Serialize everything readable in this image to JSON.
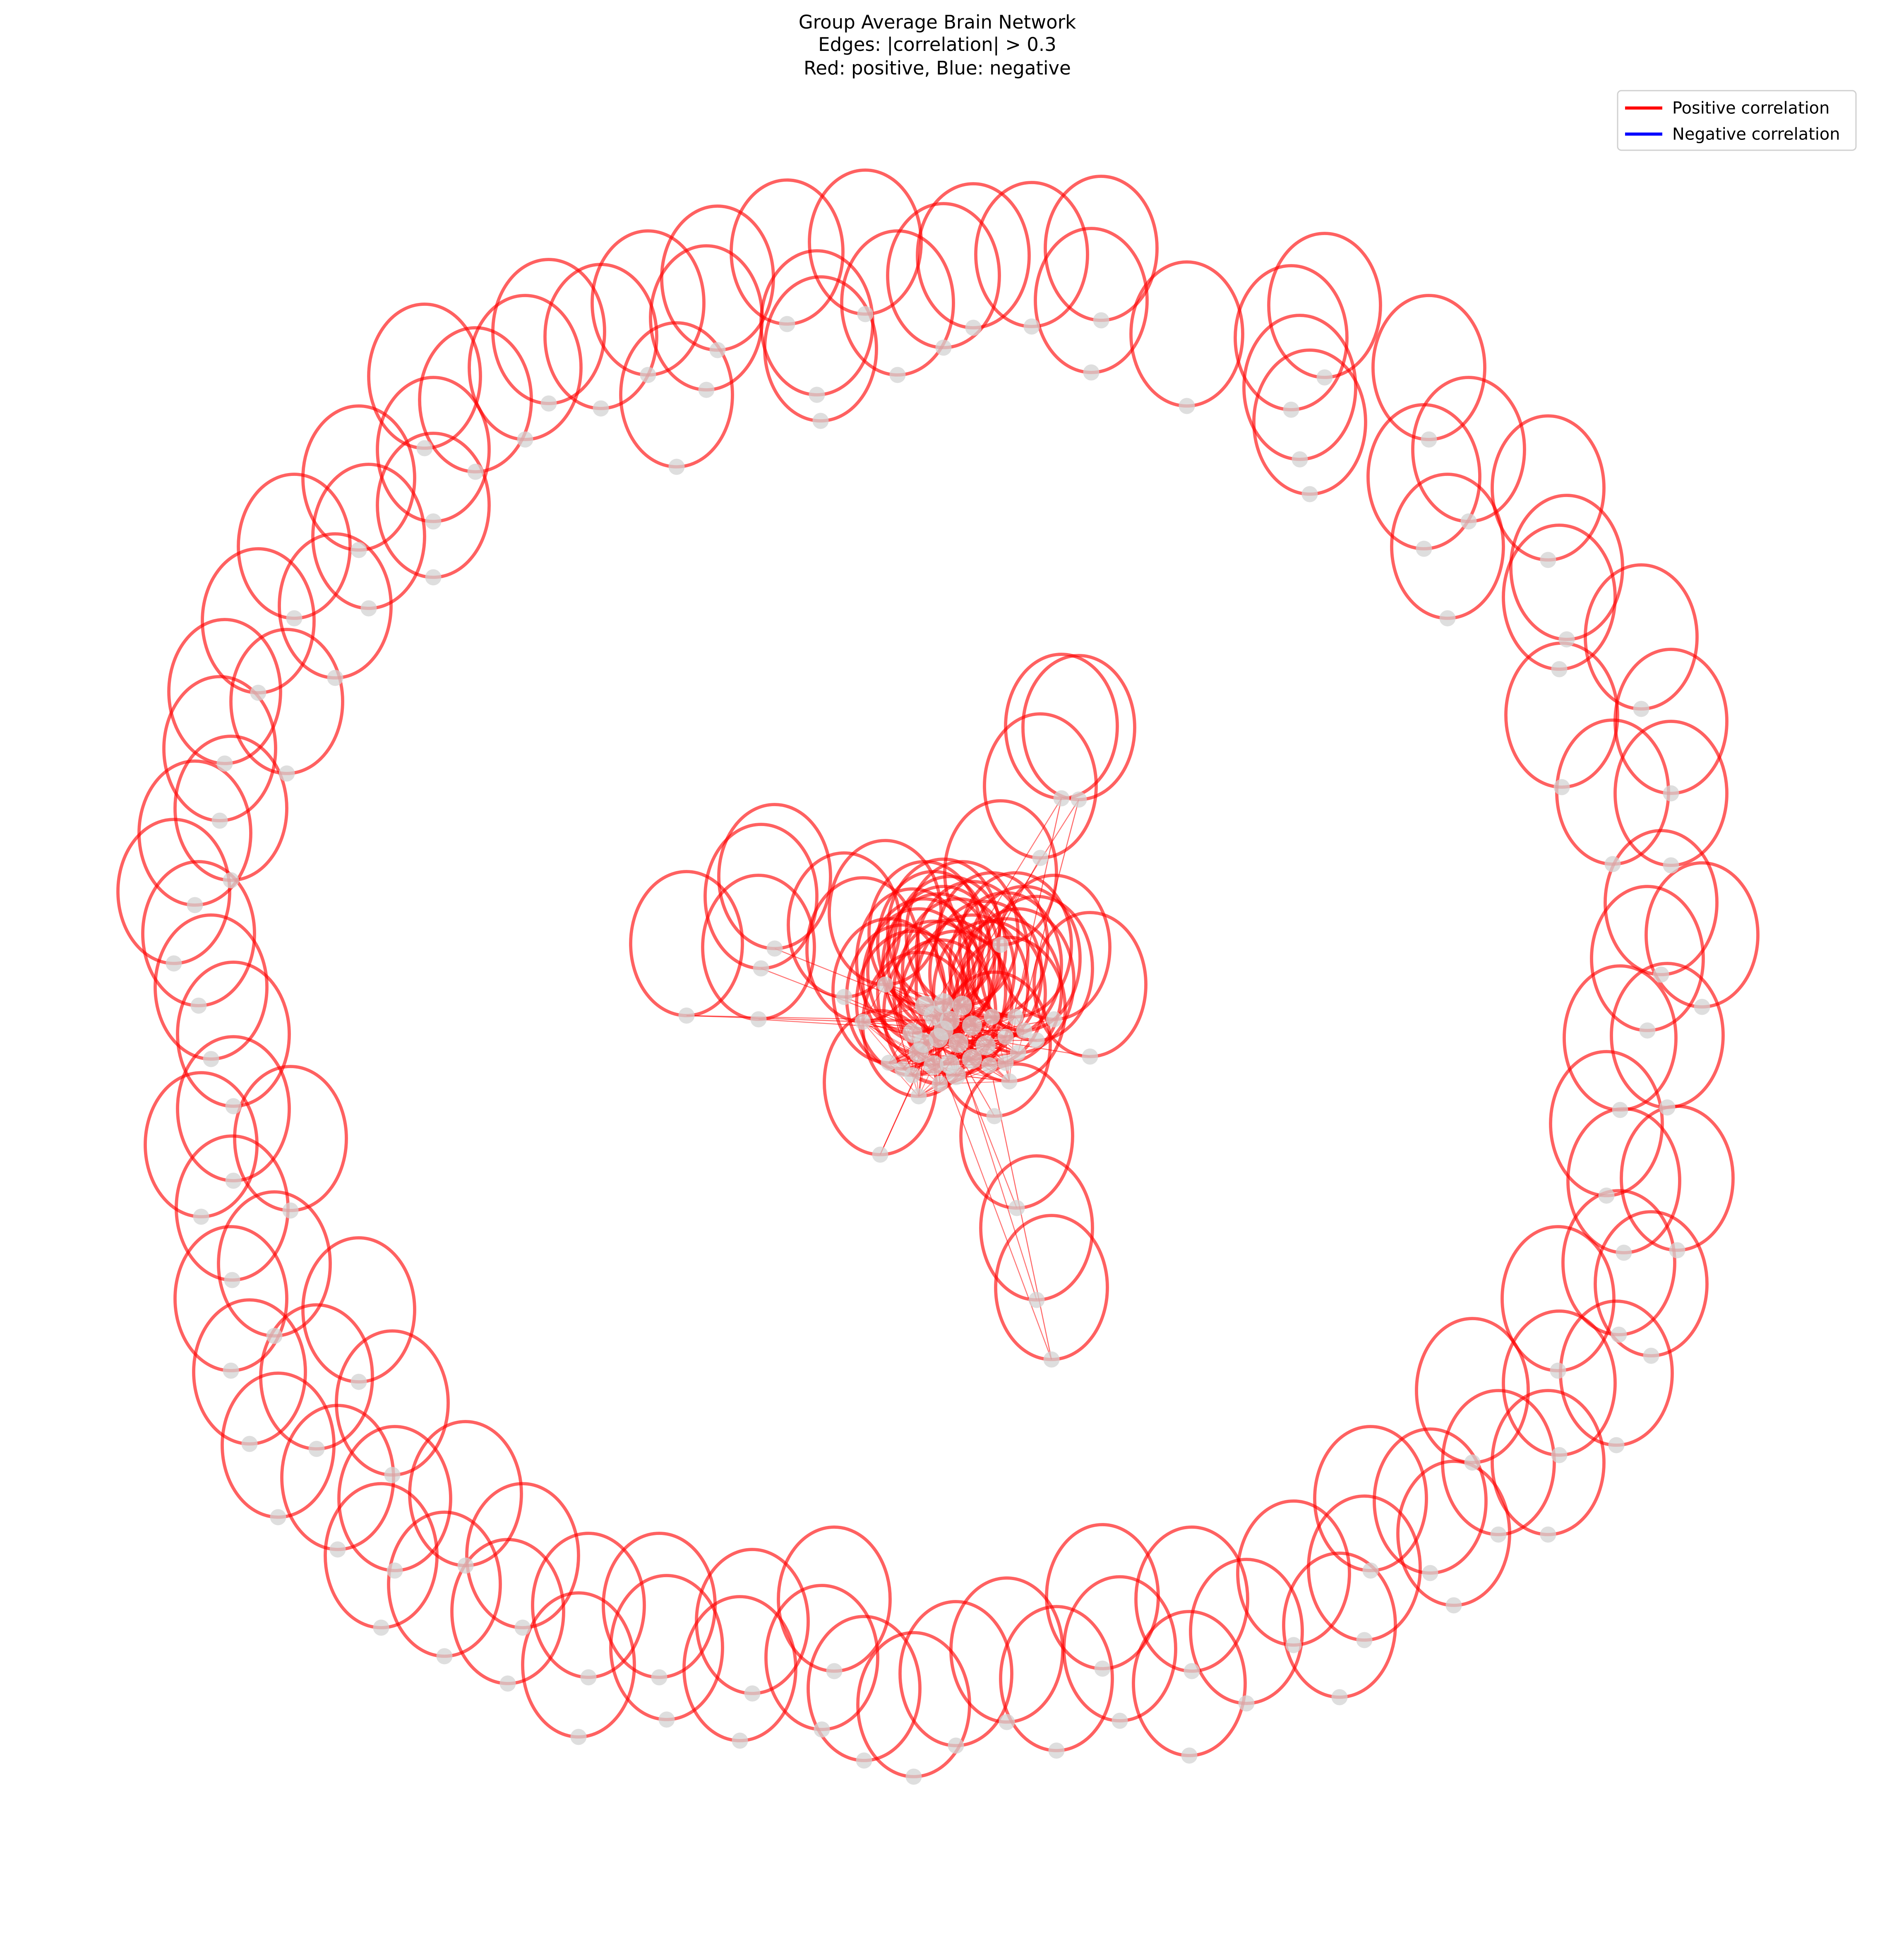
{
  "title": {
    "line1": "Group Average Brain Network",
    "line2": "Edges: |correlation| > 0.3",
    "line3": "Red: positive, Blue: negative"
  },
  "legend": {
    "placement": "top-right",
    "items": [
      {
        "label": "Positive correlation",
        "color": "#ff0000"
      },
      {
        "label": "Negative correlation",
        "color": "#0000ff"
      }
    ]
  },
  "colors": {
    "positive_edge": "#ff0000",
    "negative_edge": "#0000ff",
    "node": "#d3d3d3"
  },
  "network": {
    "edge_threshold": 0.3,
    "layout": "spring",
    "self_loops": true,
    "outer_ring_nodes": [
      [
        634,
        261
      ],
      [
        578,
        282
      ],
      [
        697,
        253
      ],
      [
        723,
        302
      ],
      [
        760,
        280
      ],
      [
        784,
        264
      ],
      [
        831,
        263
      ],
      [
        879,
        300
      ],
      [
        887,
        258
      ],
      [
        545,
        376
      ],
      [
        569,
        314
      ],
      [
        522,
        302
      ],
      [
        484,
        329
      ],
      [
        442,
        325
      ],
      [
        423,
        354
      ],
      [
        383,
        380
      ],
      [
        349,
        420
      ],
      [
        342,
        361
      ],
      [
        349,
        465
      ],
      [
        297,
        490
      ],
      [
        289,
        443
      ],
      [
        270,
        546
      ],
      [
        237,
        498
      ],
      [
        231,
        623
      ],
      [
        208,
        558
      ],
      [
        181,
        615
      ],
      [
        177,
        661
      ],
      [
        186,
        709
      ],
      [
        157,
        729
      ],
      [
        140,
        776
      ],
      [
        160,
        810
      ],
      [
        170,
        853
      ],
      [
        188,
        891
      ],
      [
        188,
        951
      ],
      [
        162,
        980
      ],
      [
        234,
        975
      ],
      [
        187,
        1031
      ],
      [
        186,
        1104
      ],
      [
        221,
        1076
      ],
      [
        289,
        1113
      ],
      [
        255,
        1167
      ],
      [
        201,
        1163
      ],
      [
        224,
        1222
      ],
      [
        272,
        1248
      ],
      [
        316,
        1188
      ],
      [
        318,
        1265
      ],
      [
        375,
        1261
      ],
      [
        307,
        1311
      ],
      [
        358,
        1334
      ],
      [
        421,
        1311
      ],
      [
        409,
        1356
      ],
      [
        474,
        1351
      ],
      [
        466,
        1399
      ],
      [
        531,
        1351
      ],
      [
        537,
        1385
      ],
      [
        606,
        1364
      ],
      [
        596,
        1402
      ],
      [
        662,
        1393
      ],
      [
        672,
        1346
      ],
      [
        696,
        1418
      ],
      [
        736,
        1431
      ],
      [
        770,
        1406
      ],
      [
        811,
        1387
      ],
      [
        851,
        1410
      ],
      [
        888,
        1344
      ],
      [
        902,
        1386
      ],
      [
        958,
        1414
      ],
      [
        960,
        1346
      ],
      [
        1004,
        1372
      ],
      [
        1042,
        1325
      ],
      [
        1079,
        1367
      ],
      [
        1099,
        1321
      ],
      [
        1104,
        1265
      ],
      [
        1152,
        1267
      ],
      [
        1171,
        1293
      ],
      [
        1186,
        1178
      ],
      [
        1207,
        1236
      ],
      [
        1247,
        1236
      ],
      [
        1256,
        1172
      ],
      [
        1302,
        1164
      ],
      [
        1255,
        1104
      ],
      [
        1304,
        1075
      ],
      [
        1330,
        1092
      ],
      [
        1294,
        963
      ],
      [
        1308,
        1009
      ],
      [
        1351,
        1007
      ],
      [
        1305,
        894
      ],
      [
        1343,
        892
      ],
      [
        1327,
        830
      ],
      [
        1371,
        811
      ],
      [
        1299,
        696
      ],
      [
        1338,
        785
      ],
      [
        1346,
        697
      ],
      [
        1258,
        634
      ],
      [
        1346,
        639
      ],
      [
        1322,
        571
      ],
      [
        1256,
        539
      ],
      [
        1262,
        515
      ],
      [
        1247,
        451
      ],
      [
        1166,
        498
      ],
      [
        1183,
        420
      ],
      [
        1147,
        442
      ],
      [
        1151,
        354
      ],
      [
        1055,
        398
      ],
      [
        1047,
        370
      ],
      [
        1040,
        330
      ],
      [
        1067,
        304
      ],
      [
        956,
        327
      ],
      [
        661,
        339
      ],
      [
        658,
        318
      ]
    ],
    "center_nodes": [
      [
        855,
        643
      ],
      [
        869,
        644
      ],
      [
        838,
        691
      ],
      [
        806,
        761
      ],
      [
        713,
        793
      ],
      [
        695,
        823
      ],
      [
        553,
        818
      ],
      [
        611,
        821
      ],
      [
        613,
        780
      ],
      [
        624,
        764
      ],
      [
        680,
        803
      ],
      [
        709,
        930
      ],
      [
        801,
        899
      ],
      [
        819,
        973
      ],
      [
        835,
        1047
      ],
      [
        847,
        1095
      ],
      [
        878,
        851
      ],
      [
        849,
        821
      ],
      [
        799,
        819
      ],
      [
        775,
        810
      ],
      [
        760,
        808
      ],
      [
        745,
        810
      ],
      [
        735,
        832
      ],
      [
        740,
        848
      ],
      [
        752,
        858
      ],
      [
        765,
        857
      ],
      [
        772,
        840
      ],
      [
        760,
        830
      ],
      [
        752,
        818
      ],
      [
        756,
        836
      ],
      [
        765,
        822
      ],
      [
        744,
        840
      ],
      [
        735,
        866
      ],
      [
        727,
        861
      ],
      [
        716,
        856
      ],
      [
        740,
        883
      ],
      [
        757,
        873
      ],
      [
        783,
        853
      ],
      [
        797,
        858
      ],
      [
        810,
        835
      ],
      [
        825,
        830
      ],
      [
        835,
        838
      ],
      [
        820,
        848
      ],
      [
        810,
        856
      ],
      [
        794,
        842
      ],
      [
        783,
        826
      ],
      [
        770,
        866
      ],
      [
        813,
        871
      ],
      [
        818,
        819
      ]
    ]
  }
}
